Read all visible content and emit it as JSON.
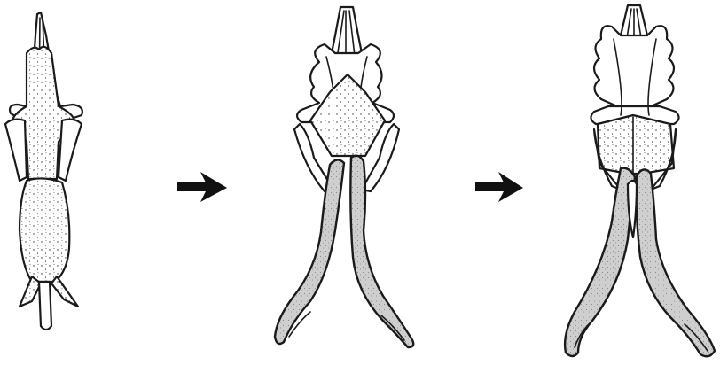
{
  "figure": {
    "stages": [
      {
        "id": "stage-1",
        "regions": [
          "upper-stippled-body",
          "lower-stippled-body",
          "tail-lobes"
        ]
      },
      {
        "id": "stage-2",
        "regions": [
          "upper-lobed-body",
          "stippled-core",
          "grey-arms"
        ]
      },
      {
        "id": "stage-3",
        "regions": [
          "upper-lobed-body",
          "stippled-core",
          "grey-arms"
        ]
      }
    ],
    "arrows": [
      {
        "id": "arrow-1",
        "from": "stage-1",
        "to": "stage-2",
        "icon": "right-arrow-icon"
      },
      {
        "id": "arrow-2",
        "from": "stage-2",
        "to": "stage-3",
        "icon": "right-arrow-icon"
      }
    ],
    "colors": {
      "ink": "#1a1a1a",
      "stipple_fill": "#ffffff",
      "grey_fill": "#cfcfcf",
      "arrow": "#111111",
      "background": "#ffffff"
    }
  }
}
